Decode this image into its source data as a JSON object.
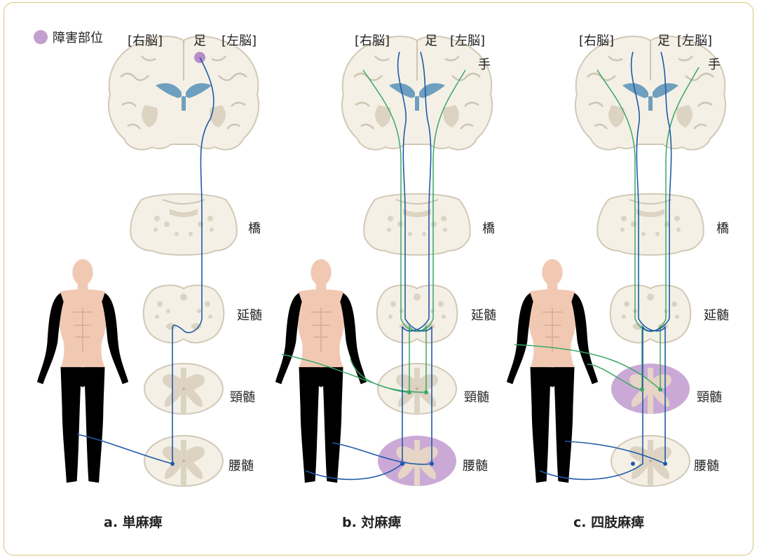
{
  "legend": {
    "label": "障害部位",
    "color": "#c39fd0"
  },
  "labels": {
    "right_brain": "[右脳]",
    "left_brain": "[左脳]",
    "foot": "足",
    "hand": "手",
    "pons": "橋",
    "medulla": "延髄",
    "cervical": "頸髄",
    "lumbar": "腰髄"
  },
  "panels": [
    {
      "caption": "a. 単麻痺"
    },
    {
      "caption": "b. 対麻痺"
    },
    {
      "caption": "c. 四肢麻痺"
    }
  ],
  "colors": {
    "leg_tract": "#1f5aa8",
    "arm_tract": "#3aa867",
    "lesion": "#b98cc8",
    "paralyzed_limb": "#8e98a5",
    "skin": "#f1c9b3",
    "tissue": "#f3efe6",
    "tissue_outline": "#d6cdbd",
    "grey_matter": "#ddd3c2",
    "ventricle": "#6f9fbe",
    "frame": "#d8c27a"
  }
}
